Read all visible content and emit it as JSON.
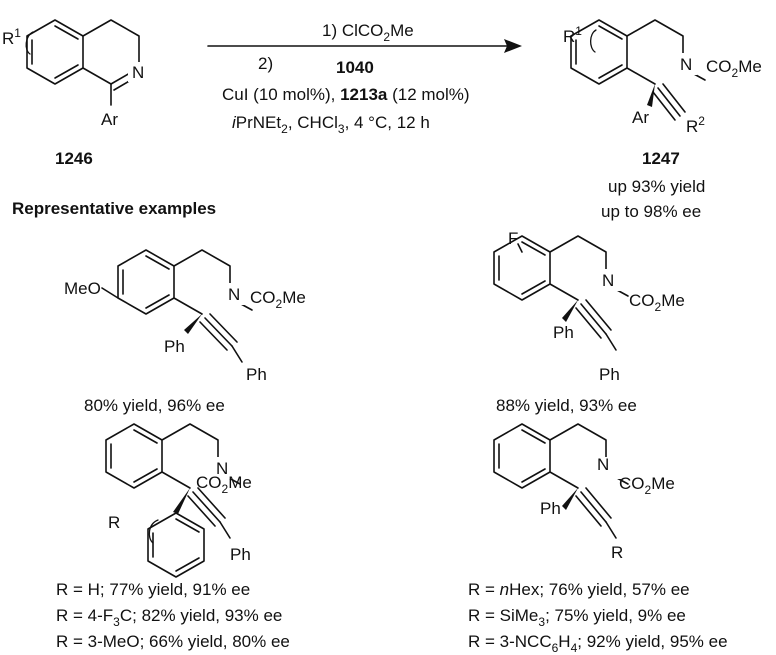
{
  "reaction": {
    "reactant_id": "1246",
    "product_id": "1247",
    "step1": {
      "prefix": "1) ClCO",
      "sub": "2",
      "suffix": "Me"
    },
    "step2": {
      "num": "2)",
      "reagent": "1040"
    },
    "cat": {
      "a": "CuI (10 mol%), ",
      "b": "1213a",
      "c": " (12 mol%)"
    },
    "cond": {
      "i": "i",
      "a": "PrNEt",
      "sub": "2",
      "b": ", CHCl",
      "sub2": "3",
      "c": ", 4 °C, 12 h"
    },
    "yield_text": "up 93% yield",
    "ee_text": "up to 98% ee"
  },
  "atoms": {
    "R": "R",
    "one": "1",
    "two": "2",
    "N": "N",
    "Ar": "Ar",
    "Ph": "Ph",
    "MeO": "MeO",
    "F": "F",
    "CO": "CO",
    "Me": "Me"
  },
  "examples_heading": "Representative examples",
  "examples": {
    "ex1": "80% yield, 96% ee",
    "ex2": "88% yield, 93% ee",
    "ex3": [
      {
        "a": "R = H; 77% yield, 91% ee"
      },
      {
        "a": "R = 4-F",
        "sub": "3",
        "b": "C; 82% yield, 93% ee"
      },
      {
        "a": "R = 3-MeO; 66% yield, 80% ee"
      }
    ],
    "ex4": [
      {
        "a": "R = ",
        "i": "n",
        "b": "Hex; 76% yield, 57% ee"
      },
      {
        "a": "R = SiMe",
        "sub": "3",
        "b": "; 75% yield, 9% ee"
      },
      {
        "a": "R = 3-NCC",
        "sub": "6",
        "b": "H",
        "sub2": "4",
        "c": "; 92% yield, 95% ee"
      }
    ]
  }
}
